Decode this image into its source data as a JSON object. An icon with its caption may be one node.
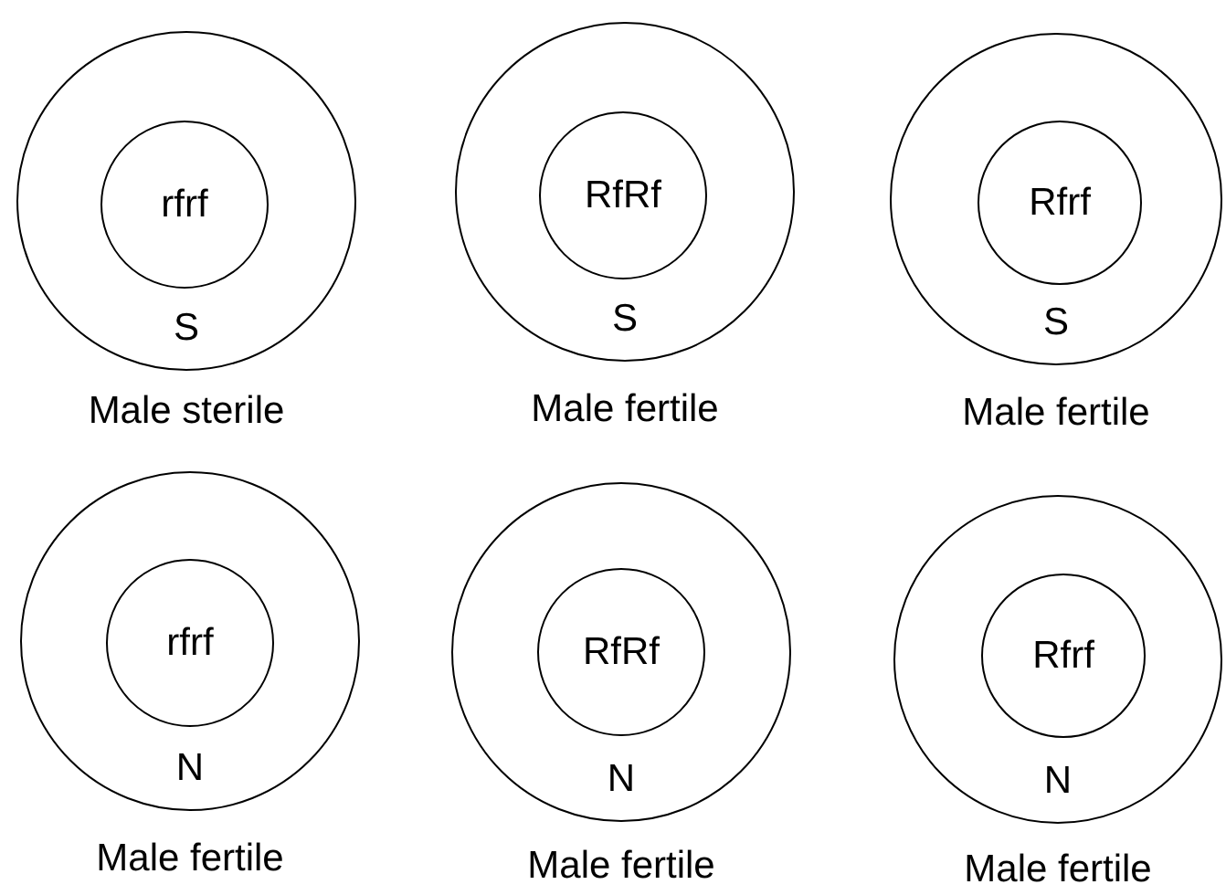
{
  "diagram": {
    "nodes": [
      {
        "text": [
          "S"
        ],
        "beside": [
          "Male sterile"
        ]
      },
      {
        "text": [
          "rfrf"
        ],
        "in": 0
      },
      {
        "text": [
          "S"
        ],
        "beside": [
          "Male fertile"
        ]
      },
      {
        "text": [
          "RfRf"
        ],
        "in": 2
      },
      {
        "text": [
          "S"
        ],
        "beside": [
          "Male fertile"
        ]
      },
      {
        "text": [
          "Rfrf"
        ],
        "in": 4
      },
      {
        "text": [
          "N"
        ],
        "beside": [
          "Male fertile"
        ]
      },
      {
        "text": [
          "rfrf"
        ],
        "in": 6
      },
      {
        "text": [
          "N"
        ],
        "beside": [
          "Male fertile"
        ]
      },
      {
        "text": [
          "RfRf"
        ],
        "in": 8
      },
      {
        "text": [
          "N"
        ],
        "beside": [
          "Male fertile"
        ]
      },
      {
        "text": [
          "Rfrf"
        ],
        "in": 10
      }
    ]
  }
}
